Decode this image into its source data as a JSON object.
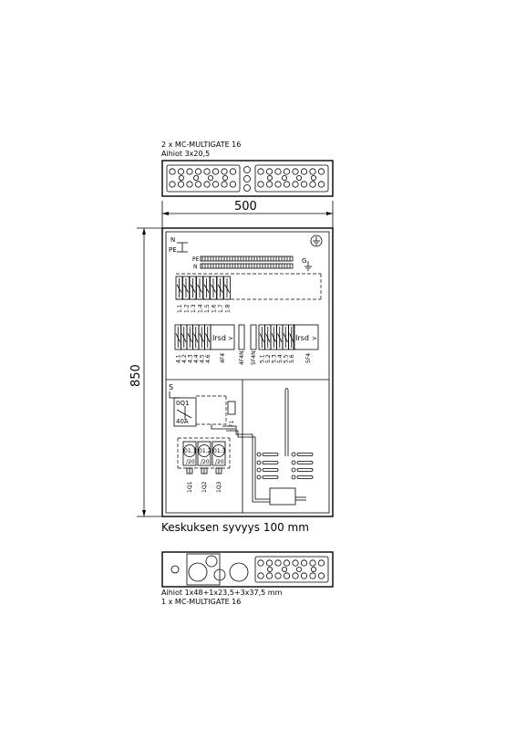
{
  "top_gland": {
    "line1": "2 x MC-MULTIGATE 16",
    "line2": "Aihiot 3x20,5"
  },
  "dimensions": {
    "width": "500",
    "height": "850",
    "depth_note": "Keskuksen syvyys 100 mm"
  },
  "busbar": {
    "n": "N",
    "pe": "PE",
    "pe_rail": "PE",
    "n_rail": "N",
    "g": "G"
  },
  "row1": {
    "labels": [
      "1.1",
      "1.2",
      "1.3",
      "1.4",
      "1.5",
      "1.6",
      "1.7",
      "1.8"
    ]
  },
  "row2": {
    "left_labels": [
      "4.1",
      "4.2",
      "4.3",
      "4.4",
      "4.5",
      "4.6"
    ],
    "left_rcd_text": "Irsd",
    "left_rcd_label": "4F4",
    "small_left": "4F4N",
    "small_right": "5F4N",
    "right_labels": [
      "5.1",
      "5.2",
      "5.3",
      "5.4",
      "5.5",
      "5.6"
    ],
    "right_rcd_text": "Irsd",
    "right_rcd_label": "5F4"
  },
  "lower": {
    "s_label": "S",
    "main_switch": "0Q1",
    "main_switch_rating": "40A",
    "ovp": "F1",
    "meters": [
      "01.1",
      "01.2",
      "01.3"
    ],
    "meter_sub": "/20",
    "meter_labels": [
      "1Q1",
      "1Q2",
      "1Q3"
    ]
  },
  "bottom_gland": {
    "line1": "Aihiot 1x48+1x23,5+3x37,5 mm",
    "line2": "1 x MC-MULTIGATE 16"
  }
}
